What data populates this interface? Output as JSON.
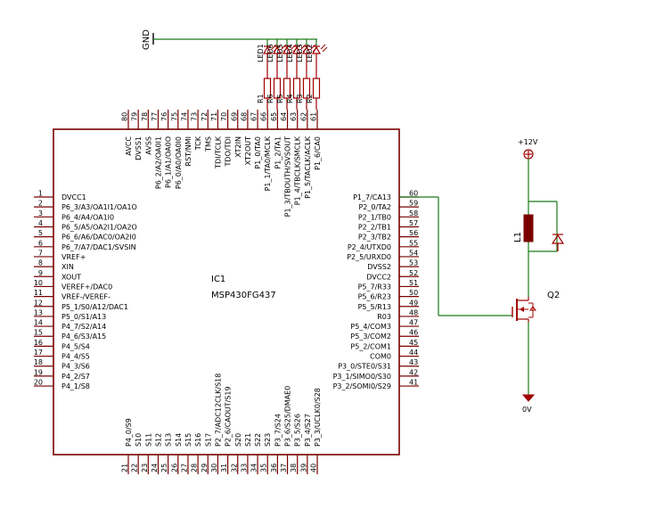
{
  "ic": {
    "ref": "IC1",
    "part": "MSP430FG437",
    "left_pins": [
      {
        "num": "1",
        "label": "DVCC1"
      },
      {
        "num": "2",
        "label": "P6_3/A3/OA1I1/OA1O"
      },
      {
        "num": "3",
        "label": "P6_4/A4/OA1I0"
      },
      {
        "num": "4",
        "label": "P6_5/A5/OA2I1/OA2O"
      },
      {
        "num": "5",
        "label": "P6_6/A6/DAC0/OA2I0"
      },
      {
        "num": "6",
        "label": "P6_7/A7/DAC1/SVSIN"
      },
      {
        "num": "7",
        "label": "VREF+"
      },
      {
        "num": "8",
        "label": "XIN"
      },
      {
        "num": "9",
        "label": "XOUT"
      },
      {
        "num": "10",
        "label": "VEREF+/DAC0"
      },
      {
        "num": "11",
        "label": "VREF-/VEREF-"
      },
      {
        "num": "12",
        "label": "P5_1/S0/A12/DAC1"
      },
      {
        "num": "13",
        "label": "P5_0/S1/A13"
      },
      {
        "num": "14",
        "label": "P4_7/S2/A14"
      },
      {
        "num": "15",
        "label": "P4_6/S3/A15"
      },
      {
        "num": "16",
        "label": "P4_5/S4"
      },
      {
        "num": "17",
        "label": "P4_4/S5"
      },
      {
        "num": "18",
        "label": "P4_3/S6"
      },
      {
        "num": "19",
        "label": "P4_2/S7"
      },
      {
        "num": "20",
        "label": "P4_1/S8"
      }
    ],
    "right_pins": [
      {
        "num": "60",
        "label": "P1_7/CA13"
      },
      {
        "num": "59",
        "label": "P2_0/TA2"
      },
      {
        "num": "58",
        "label": "P2_1/TB0"
      },
      {
        "num": "57",
        "label": "P2_2/TB1"
      },
      {
        "num": "56",
        "label": "P2_3/TB2"
      },
      {
        "num": "55",
        "label": "P2_4/UTXD0"
      },
      {
        "num": "54",
        "label": "P2_5/URXD0"
      },
      {
        "num": "53",
        "label": "DVSS2"
      },
      {
        "num": "52",
        "label": "DVCC2"
      },
      {
        "num": "51",
        "label": "P5_7/R33"
      },
      {
        "num": "50",
        "label": "P5_6/R23"
      },
      {
        "num": "49",
        "label": "P5_5/R13"
      },
      {
        "num": "48",
        "label": "R03"
      },
      {
        "num": "47",
        "label": "P5_4/COM3"
      },
      {
        "num": "46",
        "label": "P5_3/COM2"
      },
      {
        "num": "45",
        "label": "P5_2/COM1"
      },
      {
        "num": "44",
        "label": "COM0"
      },
      {
        "num": "43",
        "label": "P3_0/STE0/S31"
      },
      {
        "num": "42",
        "label": "P3_1/SIMO0/S30"
      },
      {
        "num": "41",
        "label": "P3_2/SOMI0/S29"
      }
    ],
    "bottom_pins": [
      {
        "num": "21",
        "label": "P4_0/S9"
      },
      {
        "num": "22",
        "label": "S10"
      },
      {
        "num": "23",
        "label": "S11"
      },
      {
        "num": "24",
        "label": "S12"
      },
      {
        "num": "25",
        "label": "S13"
      },
      {
        "num": "26",
        "label": "S14"
      },
      {
        "num": "27",
        "label": "S15"
      },
      {
        "num": "28",
        "label": "S16"
      },
      {
        "num": "29",
        "label": "S17"
      },
      {
        "num": "30",
        "label": "P2_7/ADC12CLK/S18"
      },
      {
        "num": "31",
        "label": "P2_6/CAOUT/S19"
      },
      {
        "num": "32",
        "label": "S20"
      },
      {
        "num": "33",
        "label": "S21"
      },
      {
        "num": "34",
        "label": "S22"
      },
      {
        "num": "35",
        "label": "S23"
      },
      {
        "num": "36",
        "label": "P3_7/S24"
      },
      {
        "num": "37",
        "label": "P3_6/S25/DMAE0"
      },
      {
        "num": "38",
        "label": "P3_5/S26"
      },
      {
        "num": "39",
        "label": "P3_4/S27"
      },
      {
        "num": "40",
        "label": "P3_3/UCLK0/S28"
      }
    ],
    "top_pins": [
      {
        "num": "80",
        "label": "AVCC"
      },
      {
        "num": "79",
        "label": "DVSS1"
      },
      {
        "num": "78",
        "label": "AVSS"
      },
      {
        "num": "77",
        "label": "P6_2/A2/OA0I1"
      },
      {
        "num": "76",
        "label": "P6_1/A1/OA0O"
      },
      {
        "num": "75",
        "label": "P6_0/A0/OA0I0"
      },
      {
        "num": "74",
        "label": "RST/NMI"
      },
      {
        "num": "73",
        "label": "TCK"
      },
      {
        "num": "72",
        "label": "TMS"
      },
      {
        "num": "71",
        "label": "TDI/TCLK"
      },
      {
        "num": "70",
        "label": "TDO/TDI"
      },
      {
        "num": "69",
        "label": "XT2IN"
      },
      {
        "num": "68",
        "label": "XT2OUT"
      },
      {
        "num": "67",
        "label": "P1_0/TA0"
      },
      {
        "num": "66",
        "label": "P1_1/TA0/MCLK"
      },
      {
        "num": "65",
        "label": "P1_2/TA1"
      },
      {
        "num": "64",
        "label": "P1_3/TBOUTH/SVSOUT"
      },
      {
        "num": "63",
        "label": "P1_4/TBCLK/SMCLK"
      },
      {
        "num": "62",
        "label": "P1_5/TACLK/ACLK"
      },
      {
        "num": "61",
        "label": "P1_6/CA0"
      }
    ]
  },
  "gnd_label": "GND",
  "resistors": [
    "R1",
    "R6",
    "R5",
    "R4",
    "R3",
    "R2"
  ],
  "leds": [
    "LED1",
    "LED6",
    "LED5",
    "LED4",
    "LED3",
    "LED2"
  ],
  "power": {
    "vcc_label": "+12V",
    "ground_label": "0V"
  },
  "inductor_label": "L1",
  "transistor_label": "Q2",
  "colors": {
    "component": "#a00000",
    "wire": "#1a7a1a",
    "outline": "#000000"
  }
}
